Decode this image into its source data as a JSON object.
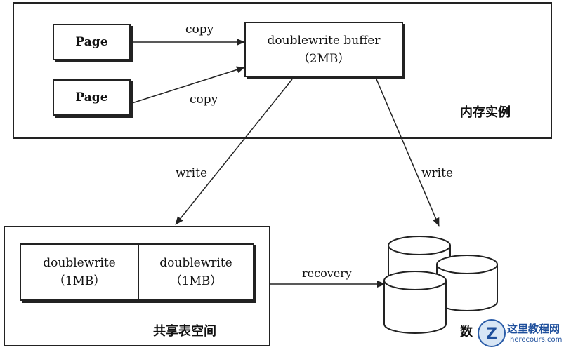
{
  "memory": {
    "page1": "Page",
    "page2": "Page",
    "buffer_line1": "doublewrite buffer",
    "buffer_line2": "（2MB）",
    "region_label": "内存实例"
  },
  "arrows": {
    "copy1": "copy",
    "copy2": "copy",
    "write_left": "write",
    "write_right": "write",
    "recovery": "recovery"
  },
  "shared_tablespace": {
    "cell1_line1": "doublewrite",
    "cell1_line2": "（1MB）",
    "cell2_line1": "doublewrite",
    "cell2_line2": "（1MB）",
    "region_label": "共享表空间"
  },
  "datafiles": {
    "label": "数"
  },
  "watermark": {
    "cn": "这里教程网",
    "url": "herecours.com"
  }
}
